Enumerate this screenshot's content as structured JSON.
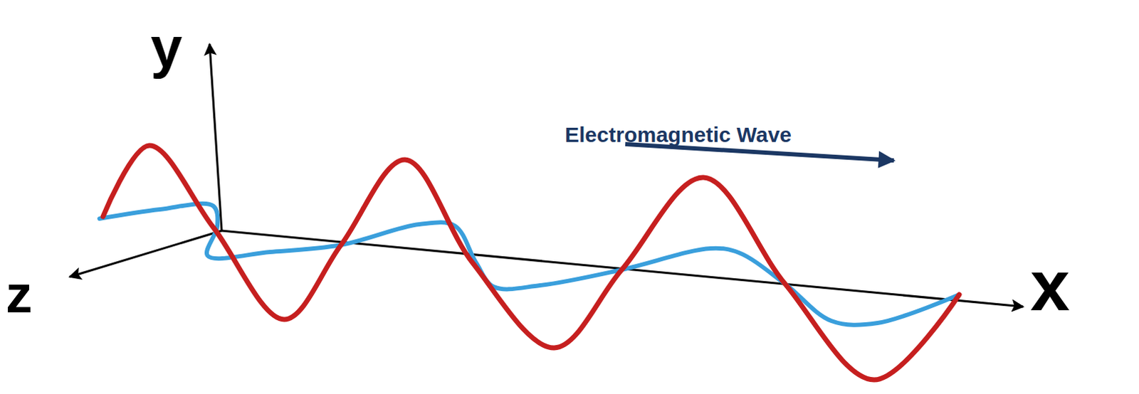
{
  "diagram": {
    "labels": [
      "y",
      "Electromagnetic Wave",
      "z",
      "x"
    ]
  }
}
